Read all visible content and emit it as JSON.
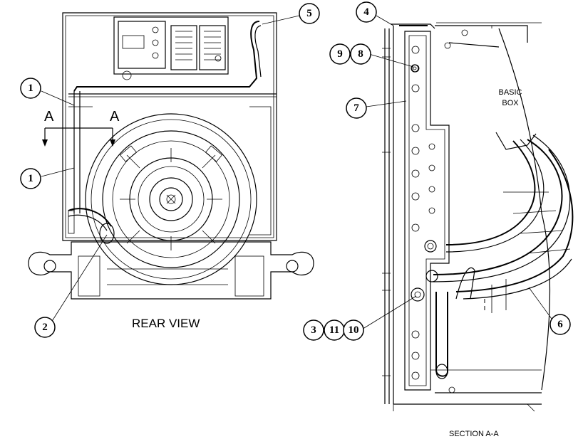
{
  "labels": {
    "rear_view": "REAR VIEW",
    "section": "SECTION A-A",
    "basic_box_line1": "BASIC",
    "basic_box_line2": "BOX",
    "section_marker_left": "A",
    "section_marker_right": "A"
  },
  "callouts": {
    "c1_top": "1",
    "c1_mid": "1",
    "c2": "2",
    "c3": "3",
    "c4": "4",
    "c5": "5",
    "c6": "6",
    "c7": "7",
    "c8": "8",
    "c9": "9",
    "c10": "10",
    "c11": "11"
  }
}
